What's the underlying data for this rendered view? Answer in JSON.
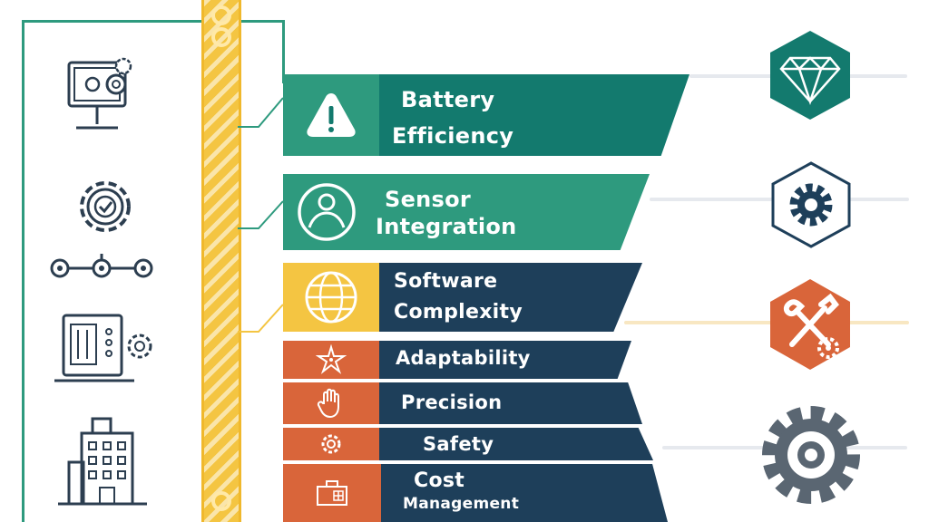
{
  "bands": [
    {
      "label_line1": "Battery",
      "label_line2": "Efficiency",
      "icon": "warning-icon",
      "color": "#137a6e",
      "icon_bg": "#2e9a7e"
    },
    {
      "label_line1": "Sensor",
      "label_line2": "Integration",
      "icon": "user-circle-icon",
      "color": "#2e9a7e",
      "icon_bg": "#2e9a7e"
    },
    {
      "label_line1": "Software",
      "label_line2": "Complexity",
      "icon": "globe-icon",
      "color": "#1e3f5a",
      "icon_bg": "#f4c542"
    },
    {
      "label_line1": "Adaptability",
      "label_line2": "",
      "icon": "starfish-icon",
      "color": "#1e3f5a",
      "icon_bg": "#d9653a"
    },
    {
      "label_line1": "Precision",
      "label_line2": "",
      "icon": "hand-icon",
      "color": "#1e3f5a",
      "icon_bg": "#d9653a"
    },
    {
      "label_line1": "Safety",
      "label_line2": "",
      "icon": "cog-icon",
      "color": "#1e3f5a",
      "icon_bg": "#d9653a"
    },
    {
      "label_line1": "Cost",
      "label_line2": "Management",
      "icon": "briefcase-icon",
      "color": "#1e3f5a",
      "icon_bg": "#d9653a"
    }
  ],
  "left_icons": [
    "computer-gear-icon",
    "gear-check-icon",
    "node-chain-icon",
    "control-panel-icon",
    "building-icon"
  ],
  "right_icons": [
    "diamond-hex-icon",
    "gear-hex-icon",
    "tools-hex-icon",
    "large-gear-icon"
  ],
  "colors": {
    "teal_dark": "#137a6e",
    "teal": "#2e9a7e",
    "navy": "#1e3f5a",
    "yellow": "#f4c542",
    "orange": "#d9653a",
    "gray": "#5a6672"
  }
}
